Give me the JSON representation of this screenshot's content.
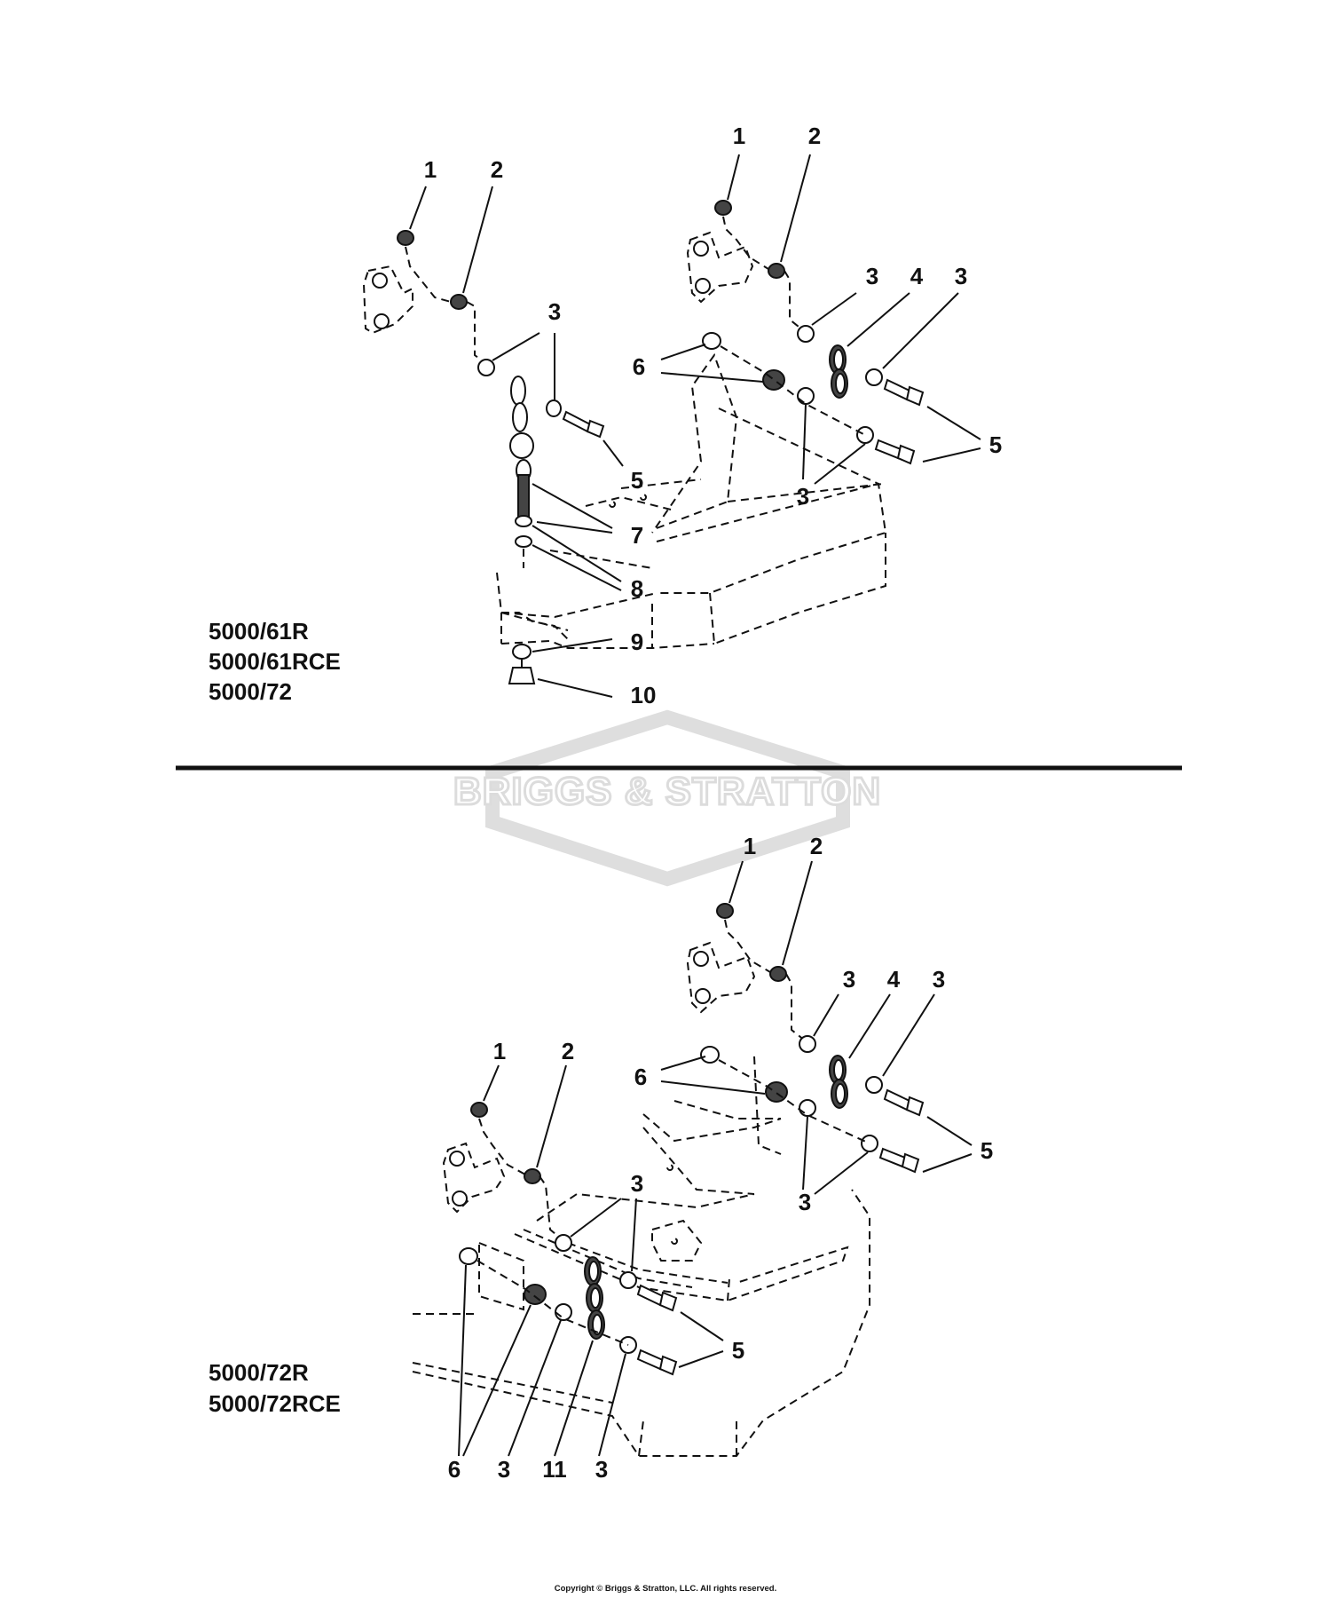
{
  "watermark": {
    "brand": "BRIGGS & STRATTON"
  },
  "top_diagram": {
    "models": [
      "5000/61R",
      "5000/61RCE",
      "5000/72"
    ],
    "callouts": [
      "1",
      "2",
      "3",
      "1",
      "2",
      "3",
      "4",
      "3",
      "6",
      "5",
      "5",
      "3",
      "7",
      "8",
      "9",
      "10"
    ]
  },
  "bottom_diagram": {
    "models": [
      "5000/72R",
      "5000/72RCE"
    ],
    "callouts": [
      "1",
      "2",
      "3",
      "4",
      "3",
      "1",
      "2",
      "6",
      "5",
      "3",
      "3",
      "5",
      "6",
      "3",
      "11",
      "3"
    ]
  },
  "footer": {
    "copyright": "Copyright © Briggs & Stratton, LLC. All rights reserved."
  }
}
